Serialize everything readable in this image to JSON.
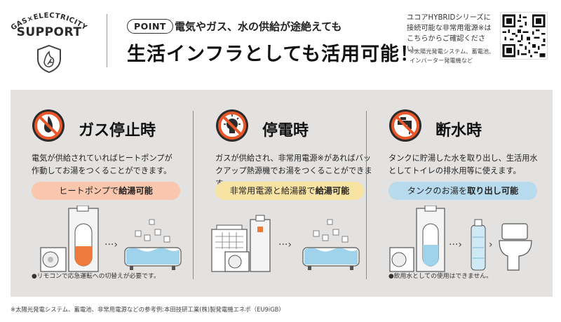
{
  "badge": {
    "arc_text": "GAS×ELECTRICITY",
    "title": "SUPPORT"
  },
  "header": {
    "point_label": "POINT",
    "subheading": "電気やガス、水の供給が途絶えても",
    "headline": "生活インフラとしても活用可能！"
  },
  "side_note": {
    "line1": "ユコアHYBRIDシリーズに",
    "line2": "接続可能な非常用電源※は",
    "line3": "こちらからご確認ください。",
    "small1": "※太陽光発電システム、蓄電池、",
    "small2": "インバーター発電機など"
  },
  "columns": [
    {
      "icon": "no-gas-flame-icon",
      "title": "ガス停止時",
      "desc1": "電気が供給されていればヒートポンプが",
      "desc2": "作動してお湯をつくることができます。",
      "pill_pre": "ヒートポンプで",
      "pill_bold": "給湯可能",
      "pill_post": "",
      "footnote": "●リモコンで応急運転への切替えが必要です。"
    },
    {
      "icon": "no-power-bulb-icon",
      "title": "停電時",
      "desc1": "ガスが供給され、非常用電源※があればバッ",
      "desc2": "クアップ熱源機でお湯をつくることができます。",
      "pill_pre": "非常用電源と給湯器で",
      "pill_bold": "給湯可能",
      "pill_post": "",
      "footnote": ""
    },
    {
      "icon": "no-water-faucet-icon",
      "title": "断水時",
      "desc1": "タンクに貯湯した水を取り出し、生活用水",
      "desc2": "としてトイレの排水用等に使えます。",
      "pill_pre": "タンクのお湯を",
      "pill_bold": "取り出し可能",
      "pill_post": "",
      "footnote": "●飲用水としての使用はできません。"
    }
  ],
  "bottom_note": "※太陽光発電システム、蓄電池、非常用電源などの参考例:本田技研工業(株)製発電機エネポ（EU9iGB）",
  "colors": {
    "panel_bg": "#e4e2e0",
    "ban_orange": "#e8562a",
    "pill_gas": "#f9c6ae",
    "pill_power": "#f8e3a3",
    "pill_water": "#b7dbed",
    "water_blue": "#9fd3ec"
  }
}
